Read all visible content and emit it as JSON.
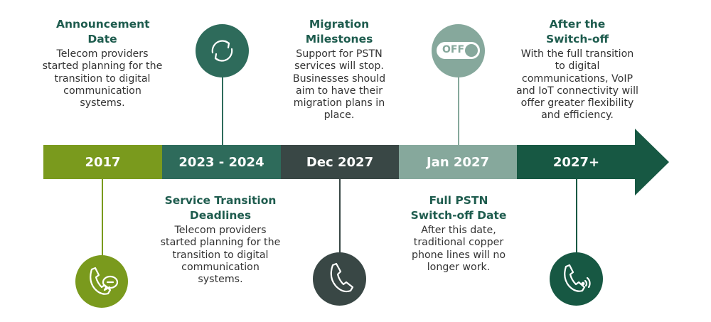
{
  "colors": {
    "olive": "#7a9a1d",
    "teal": "#2e6b5b",
    "charcoal": "#394745",
    "sage": "#86a89c",
    "dark_green": "#175843",
    "title_green": "#1e5c4e"
  },
  "timeline": [
    {
      "label": "2017",
      "title": "Announcement Date",
      "body": "Telecom providers started planning for the transition to digital communication systems.",
      "icon": "phone-chat-icon"
    },
    {
      "label": "2023 - 2024",
      "title": "Service Transition Deadlines",
      "body": "Telecom providers started planning for the transition to digital communication systems.",
      "icon": "refresh-icon"
    },
    {
      "label": "Dec 2027",
      "title": "Migration Milestones",
      "body": "Support for PSTN services will stop. Businesses should aim to have their migration plans in place.",
      "icon": "phone-icon"
    },
    {
      "label": "Jan 2027",
      "title": "Full PSTN Switch-off Date",
      "body": "After this date, traditional copper phone lines will no longer work.",
      "icon": "off-toggle-icon",
      "icon_text": "OFF"
    },
    {
      "label": "2027+",
      "title": "After the Switch-off",
      "body": "With the full transition to digital communications, VoIP and IoT connectivity will offer greater flexibility and efficiency.",
      "icon": "wireless-phone-icon"
    }
  ]
}
